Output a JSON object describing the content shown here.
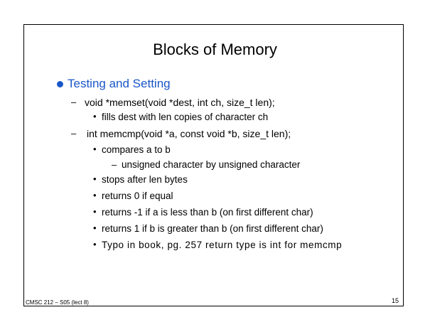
{
  "slide": {
    "title": "Blocks of Memory",
    "footer_left": "CMSC 212 – S05 (lect 8)",
    "page_number": "15",
    "accent_color": "#1a56c8"
  },
  "content": {
    "main_bullet": "Testing and Setting",
    "dash_marker": "–",
    "dot_marker": "•",
    "items": [
      "void *memset(void *dest, int ch, size_t len);",
      "fills dest with len copies of character ch",
      "int memcmp(void *a, const void *b, size_t len);",
      "compares a to b",
      "unsigned character by unsigned character",
      "stops after len bytes",
      "returns 0 if equal",
      "returns -1 if a is less than b (on first different char)",
      "returns 1 if  b is greater than b (on first different char)",
      "Typo in book, pg. 257 return type is int for memcmp"
    ]
  }
}
